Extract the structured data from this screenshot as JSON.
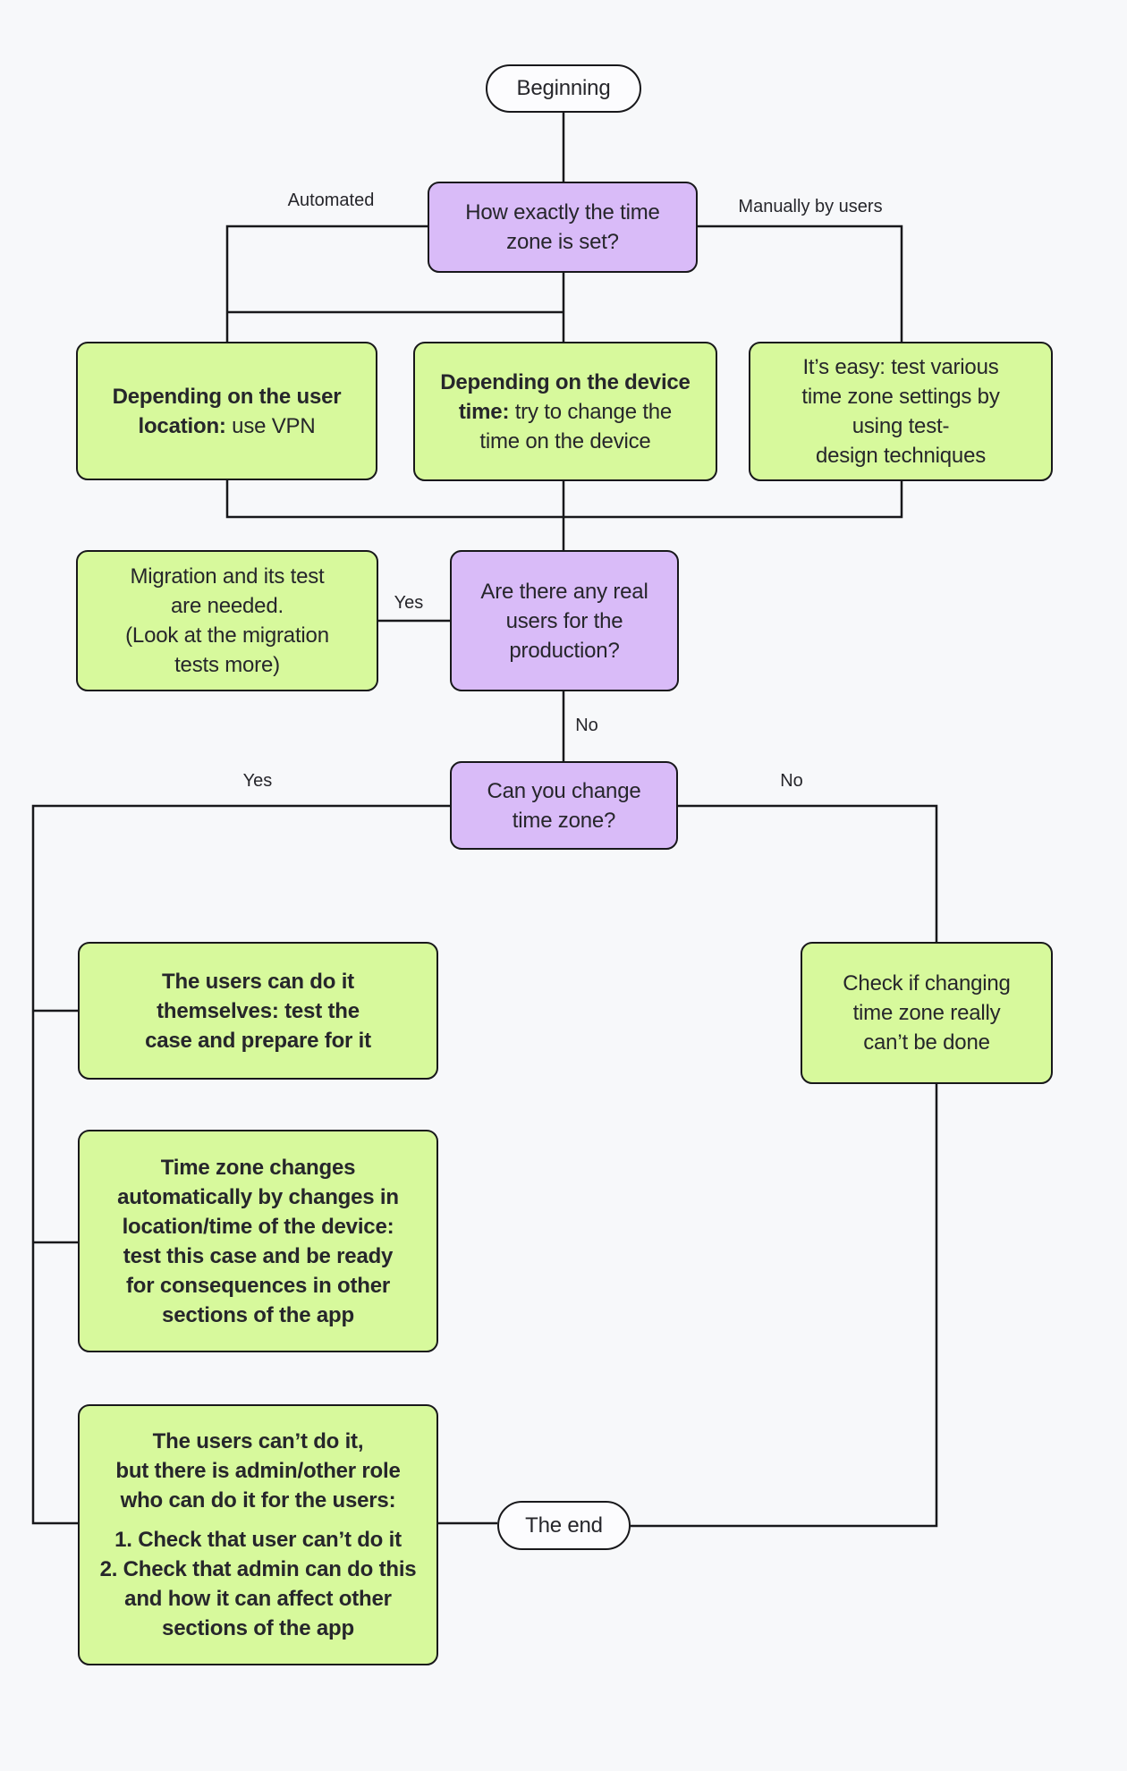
{
  "colors": {
    "background": "#f7f8fa",
    "green": "#d7f99c",
    "purple": "#d9bbf8",
    "stroke": "#18181b",
    "text": "#26262b"
  },
  "nodes": {
    "beginning": {
      "label": "Beginning"
    },
    "how_set": {
      "lines": [
        "How exactly the time",
        "zone is set?"
      ]
    },
    "user_location": {
      "lines": [
        [
          [
            "b",
            "Depending on the user"
          ]
        ],
        [
          [
            "b",
            "location:"
          ],
          [
            "r",
            " use VPN"
          ]
        ]
      ]
    },
    "device_time": {
      "lines": [
        [
          [
            "b",
            "Depending on the device"
          ]
        ],
        [
          [
            "b",
            "time:"
          ],
          [
            "r",
            " try to change the"
          ]
        ],
        [
          [
            "r",
            "time on the device"
          ]
        ]
      ]
    },
    "easy_test": {
      "lines": [
        "It’s easy: test various",
        "time zone settings by",
        "using test-",
        "design techniques"
      ]
    },
    "migration": {
      "lines": [
        "Migration and its test",
        "are needed.",
        "(Look at the migration",
        "tests more)"
      ]
    },
    "real_users": {
      "lines": [
        "Are there any real",
        "users for the",
        "production?"
      ]
    },
    "can_change": {
      "lines": [
        "Can you change",
        "time zone?"
      ]
    },
    "users_can": {
      "lines": [
        "The users can do it",
        "themselves: test the",
        "case and prepare for it"
      ]
    },
    "auto_change": {
      "lines": [
        "Time zone changes",
        "automatically by changes in",
        "location/time of the device:",
        "test this case and be ready",
        "for consequences in other",
        "sections of the app"
      ]
    },
    "admin_role": {
      "para1": [
        "The users can’t do it,",
        "but there is admin/other role",
        "who can do it for the users:"
      ],
      "para2": [
        "1. Check that user can’t do it",
        "2. Check that admin can do this",
        "and how it can affect other",
        "sections of the app"
      ]
    },
    "check_really": {
      "lines": [
        "Check if changing",
        "time zone really",
        "can’t be done"
      ]
    },
    "the_end": {
      "label": "The end"
    }
  },
  "edge_labels": {
    "automated": "Automated",
    "manually": "Manually by users",
    "yes_migration": "Yes",
    "no_production": "No",
    "yes_change": "Yes",
    "no_change": "No"
  }
}
